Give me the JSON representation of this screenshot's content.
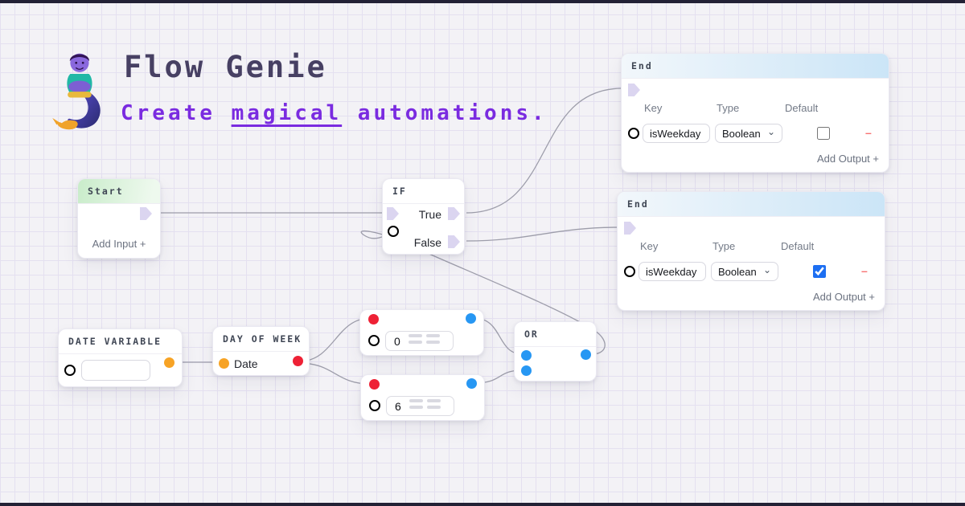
{
  "header": {
    "title": "Flow Genie",
    "tagline": {
      "prefix": "Create ",
      "highlight": "magical",
      "suffix": " automations."
    }
  },
  "nodes": {
    "start": {
      "title": "Start",
      "footer": "Add Input +"
    },
    "if": {
      "title": "IF",
      "true_label": "True",
      "false_label": "False"
    },
    "end_top": {
      "title": "End",
      "col_key": "Key",
      "col_type": "Type",
      "col_default": "Default",
      "key_value": "isWeekday",
      "type_value": "Boolean",
      "chevron": "⌄",
      "default_checked": false,
      "remove": "–",
      "footer": "Add Output +"
    },
    "end_bottom": {
      "title": "End",
      "col_key": "Key",
      "col_type": "Type",
      "col_default": "Default",
      "key_value": "isWeekday",
      "type_value": "Boolean",
      "chevron": "⌄",
      "default_checked": true,
      "remove": "–",
      "footer": "Add Output +"
    },
    "date_variable": {
      "title": "DATE VARIABLE",
      "value": ""
    },
    "day_of_week": {
      "title": "DAY OF WEEK",
      "input_label": "Date"
    },
    "compare_eq_0": {
      "value": "0"
    },
    "compare_eq_6": {
      "value": "6"
    },
    "or": {
      "title": "OR"
    }
  },
  "colors": {
    "background": "#f3f2f6",
    "grid_line": "#e4e0f0",
    "frame_bar": "#232135",
    "title_text": "#474063",
    "tagline_text": "#7a2be0",
    "start_header": "#c9ecca",
    "end_header": "#cbe5f7",
    "exec_port": "#dbd5f0",
    "port_blue": "#2797f3",
    "port_red": "#ee2135",
    "port_orange": "#f7a325",
    "port_pink": "#f23f9d",
    "checkbox_checked": "#1d6ff2",
    "remove_minus": "#f87171",
    "edge_stroke": "#9d9daa"
  }
}
